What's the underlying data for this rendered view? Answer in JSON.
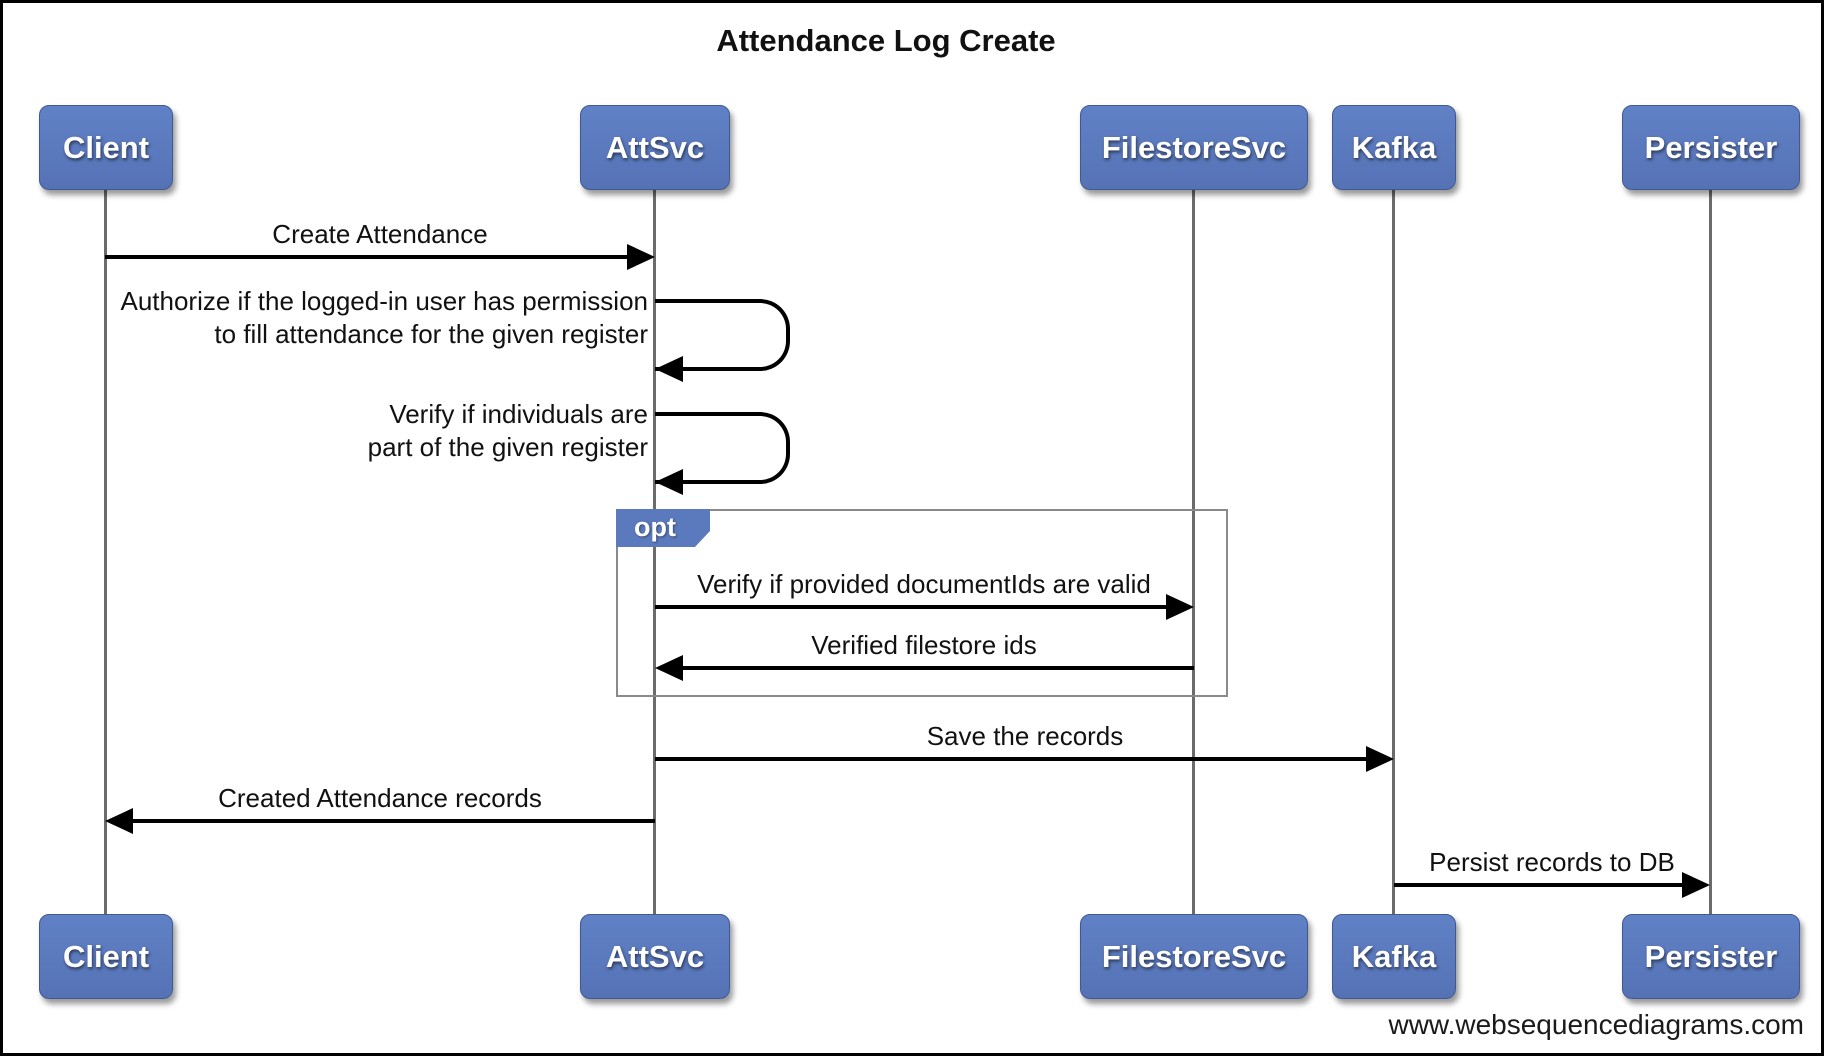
{
  "diagram": {
    "title": "Attendance Log Create",
    "watermark": "www.websequencediagrams.com",
    "fragment": {
      "label": "opt"
    },
    "actors": [
      {
        "label": "Client"
      },
      {
        "label": "AttSvc"
      },
      {
        "label": "FilestoreSvc"
      },
      {
        "label": "Kafka"
      },
      {
        "label": "Persister"
      }
    ],
    "messages": [
      {
        "from": "Client",
        "to": "AttSvc",
        "label": "Create Attendance",
        "type": "arrow"
      },
      {
        "from": "AttSvc",
        "to": "AttSvc",
        "type": "self",
        "label_lines": [
          "Authorize if the logged-in user has permission",
          "to fill attendance for the given register"
        ]
      },
      {
        "from": "AttSvc",
        "to": "AttSvc",
        "type": "self",
        "label_lines": [
          "Verify if individuals are",
          "part of the given register"
        ]
      },
      {
        "from": "AttSvc",
        "to": "FilestoreSvc",
        "label": "Verify if provided documentIds are valid",
        "type": "arrow",
        "inside_fragment": "opt"
      },
      {
        "from": "FilestoreSvc",
        "to": "AttSvc",
        "label": "Verified filestore ids",
        "type": "arrow",
        "inside_fragment": "opt"
      },
      {
        "from": "AttSvc",
        "to": "Kafka",
        "label": "Save the records",
        "type": "arrow"
      },
      {
        "from": "AttSvc",
        "to": "Client",
        "label": "Created Attendance records",
        "type": "arrow"
      },
      {
        "from": "Kafka",
        "to": "Persister",
        "label": "Persist records to DB",
        "type": "arrow"
      }
    ],
    "colors": {
      "background": "#ffffff",
      "page_border": "#000000",
      "actor_fill": "#5b79bd",
      "actor_border": "#415992",
      "actor_text": "#ffffff",
      "lifeline": "#6b6b6b",
      "arrow": "#000000",
      "frame_border": "#8a8a8a"
    }
  }
}
